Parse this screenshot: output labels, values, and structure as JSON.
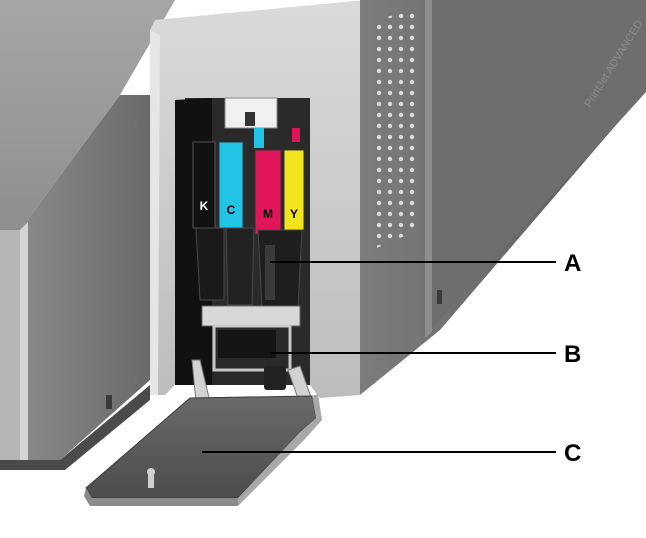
{
  "diagram": {
    "brand_label": "PrintJet ADVANCED",
    "cartridges": [
      {
        "letter": "K",
        "color": "#111111",
        "text_color": "#ffffff"
      },
      {
        "letter": "C",
        "color": "#22c4e6",
        "text_color": "#000000"
      },
      {
        "letter": "M",
        "color": "#e0155a",
        "text_color": "#000000"
      },
      {
        "letter": "Y",
        "color": "#f2e41c",
        "text_color": "#000000"
      }
    ],
    "callouts": [
      {
        "letter": "A"
      },
      {
        "letter": "B"
      },
      {
        "letter": "C"
      }
    ]
  },
  "colors": {
    "housing_light": "#c9c9c9",
    "housing_mid": "#9a9a9a",
    "housing_dark": "#5e5e5e",
    "interior_dark": "#1c1c1c",
    "leader_line": "#000000"
  }
}
